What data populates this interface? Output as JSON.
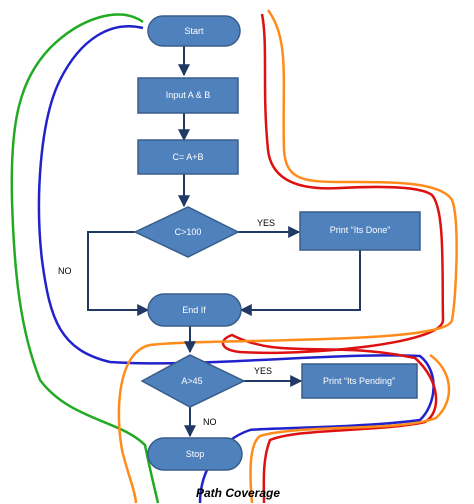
{
  "diagram": {
    "caption": "Path Coverage",
    "nodes": {
      "start": "Start",
      "input": "Input A & B",
      "compute": "C= A+B",
      "decision1": "C>100",
      "print_done": "Print “Its Done”",
      "endif": "End If",
      "decision2": "A>45",
      "print_pending": "Print “Its Pending”",
      "stop": "Stop"
    },
    "edge_labels": {
      "d1_yes": "YES",
      "d1_no": "NO",
      "d2_yes": "YES",
      "d2_no": "NO"
    }
  },
  "colors": {
    "shape_fill": "#4f81bd",
    "shape_stroke": "#385d8a",
    "edge": "#1f3864",
    "path_green": "#22aa22",
    "path_blue": "#2222cc",
    "path_red": "#dd1111",
    "path_orange": "#ff8c1a"
  }
}
